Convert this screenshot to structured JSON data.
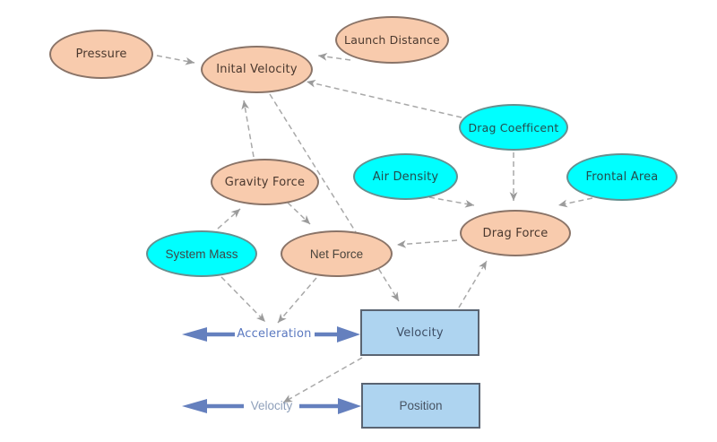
{
  "diagram_type": "stock-and-flow dependency diagram",
  "nodes": {
    "pressure": {
      "label": "Pressure",
      "kind": "variable",
      "fill": "#F8CBAD"
    },
    "launch_distance": {
      "label": "Launch Distance",
      "kind": "variable",
      "fill": "#F8CBAD"
    },
    "inital_velocity": {
      "label": "Inital Velocity",
      "kind": "variable",
      "fill": "#F8CBAD"
    },
    "drag_coefficent": {
      "label": "Drag Coefficent",
      "kind": "constant",
      "fill": "#00FFFF"
    },
    "frontal_area": {
      "label": "Frontal Area",
      "kind": "constant",
      "fill": "#00FFFF"
    },
    "air_density": {
      "label": "Air Density",
      "kind": "constant",
      "fill": "#00FFFF"
    },
    "gravity_force": {
      "label": "Gravity Force",
      "kind": "variable",
      "fill": "#F8CBAD"
    },
    "system_mass": {
      "label": "System Mass",
      "kind": "constant",
      "fill": "#00FFFF"
    },
    "net_force": {
      "label": "Net Force",
      "kind": "variable",
      "fill": "#F8CBAD"
    },
    "drag_force": {
      "label": "Drag Force",
      "kind": "variable",
      "fill": "#F8CBAD"
    }
  },
  "stocks": {
    "velocity": {
      "label": "Velocity",
      "fill": "#AED4F0"
    },
    "position": {
      "label": "Position",
      "fill": "#AED4F0"
    }
  },
  "flows": {
    "acceleration": {
      "label": "Acceleration",
      "into_stock": "velocity"
    },
    "velocity_flow": {
      "label": "Velocity",
      "into_stock": "position"
    }
  },
  "connections": [
    {
      "from": "pressure",
      "to": "inital_velocity"
    },
    {
      "from": "launch_distance",
      "to": "inital_velocity"
    },
    {
      "from": "drag_coefficent",
      "to": "inital_velocity"
    },
    {
      "from": "gravity_force",
      "to": "inital_velocity"
    },
    {
      "from": "system_mass",
      "to": "gravity_force"
    },
    {
      "from": "gravity_force",
      "to": "net_force"
    },
    {
      "from": "air_density",
      "to": "drag_force"
    },
    {
      "from": "drag_coefficent",
      "to": "drag_force"
    },
    {
      "from": "frontal_area",
      "to": "drag_force"
    },
    {
      "from": "drag_force",
      "to": "net_force"
    },
    {
      "from": "inital_velocity",
      "to": "velocity"
    },
    {
      "from": "system_mass",
      "to": "acceleration"
    },
    {
      "from": "net_force",
      "to": "acceleration"
    },
    {
      "from": "velocity",
      "to": "drag_force"
    },
    {
      "from": "velocity",
      "to": "velocity_flow"
    }
  ],
  "colors": {
    "variable_fill": "#F8CBAD",
    "constant_fill": "#00FFFF",
    "stock_fill": "#AED4F0",
    "connector_gray": "#A9A9A9",
    "flow_blue": "#6580BE",
    "background": "#FFFFFF"
  }
}
